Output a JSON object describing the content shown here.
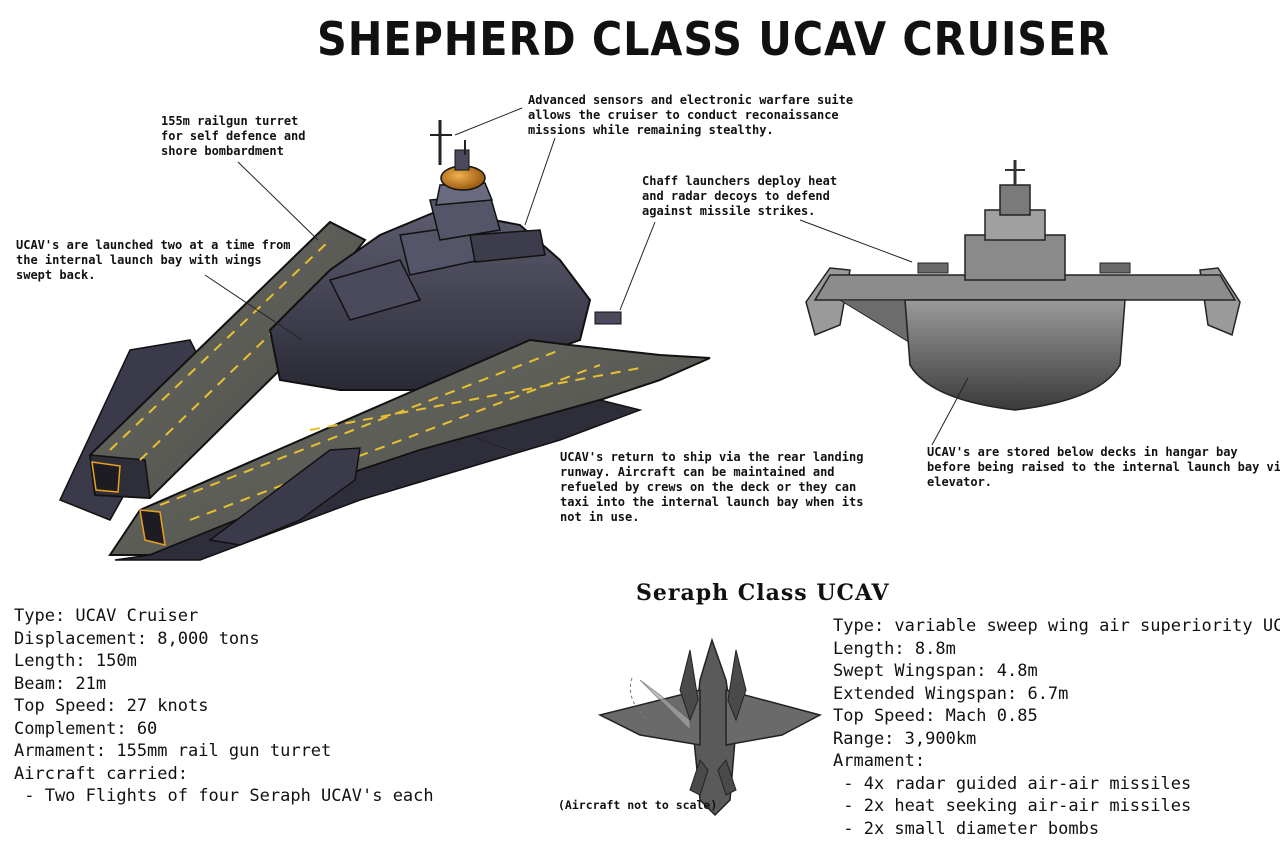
{
  "title": "SHEPHERD CLASS UCAV CRUISER",
  "annotations": {
    "railgun": [
      "155m railgun turret",
      "for self defence and",
      "shore bombardment"
    ],
    "sensors": [
      "Advanced sensors and electronic warfare suite",
      "allows the cruiser to conduct reconaissance",
      "missions while remaining stealthy."
    ],
    "chaff": [
      "Chaff launchers deploy heat",
      "and radar decoys to defend",
      "against missile strikes."
    ],
    "launch": [
      "UCAV's are launched two at a time from",
      "the internal launch bay with wings",
      "swept back."
    ],
    "return": [
      "UCAV's return to ship via the rear landing",
      "runway. Aircraft can be maintained and",
      "refueled by crews on the deck or they can",
      "taxi into the internal launch bay when its",
      "not in use."
    ],
    "hangar": [
      "UCAV's are stored below decks in hangar bay",
      "before being raised to the internal launch bay via",
      "elevator."
    ]
  },
  "cruiser_specs": [
    "Type: UCAV Cruiser",
    "Displacement: 8,000 tons",
    "Length: 150m",
    "Beam: 21m",
    "Top Speed: 27 knots",
    "Complement: 60",
    "Armament: 155mm rail gun turret",
    "Aircraft carried:",
    " - Two Flights of four Seraph UCAV's each"
  ],
  "ucav_title": "Seraph Class UCAV",
  "ucav_specs": [
    "Type: variable sweep wing air superiority UCAV",
    "Length: 8.8m",
    "Swept Wingspan: 4.8m",
    "Extended Wingspan: 6.7m",
    "Top Speed: Mach 0.85",
    "Range: 3,900km",
    "Armament:",
    " - 4x radar guided air-air missiles",
    " - 2x heat seeking air-air missiles",
    " - 2x small diameter bombs"
  ],
  "ucav_note": "(Aircraft not to scale)"
}
